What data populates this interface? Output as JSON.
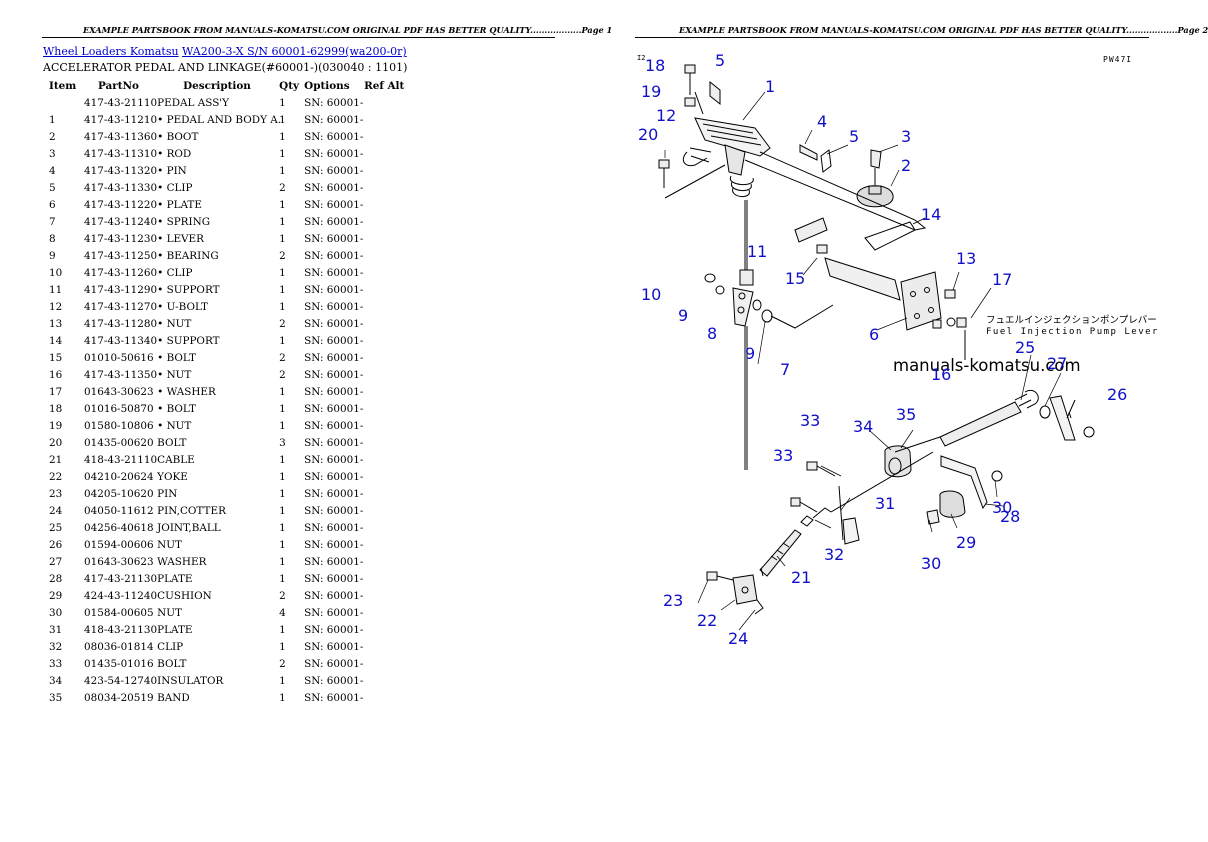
{
  "left_page": {
    "header": "EXAMPLE PARTSBOOK FROM MANUALS-KOMATSU.COM ORIGINAL PDF HAS BETTER QUALITY..................Page 1",
    "breadcrumb": {
      "link1": "Wheel Loaders Komatsu",
      "link2": "WA200-3-X S/N 60001-62999(wa200-0r)"
    },
    "subtitle": "ACCELERATOR PEDAL AND LINKAGE(#60001-)(030040 : 1101)",
    "columns": [
      "Item",
      "PartNo",
      "Description",
      "Qty",
      "Options",
      "Ref Alt"
    ],
    "rows": [
      {
        "item": "",
        "part": "417-43-21110",
        "desc": "PEDAL ASS'Y",
        "qty": "1",
        "opt": "SN: 60001-"
      },
      {
        "item": "1",
        "part": "417-43-11210",
        "desc": "• PEDAL AND BODY A.",
        "qty": "1",
        "opt": "SN: 60001-"
      },
      {
        "item": "2",
        "part": "417-43-11360",
        "desc": "• BOOT",
        "qty": "1",
        "opt": "SN: 60001-"
      },
      {
        "item": "3",
        "part": "417-43-11310",
        "desc": "• ROD",
        "qty": "1",
        "opt": "SN: 60001-"
      },
      {
        "item": "4",
        "part": "417-43-11320",
        "desc": "• PIN",
        "qty": "1",
        "opt": "SN: 60001-"
      },
      {
        "item": "5",
        "part": "417-43-11330",
        "desc": "• CLIP",
        "qty": "2",
        "opt": "SN: 60001-"
      },
      {
        "item": "6",
        "part": "417-43-11220",
        "desc": "• PLATE",
        "qty": "1",
        "opt": "SN: 60001-"
      },
      {
        "item": "7",
        "part": "417-43-11240",
        "desc": "• SPRING",
        "qty": "1",
        "opt": "SN: 60001-"
      },
      {
        "item": "8",
        "part": "417-43-11230",
        "desc": "• LEVER",
        "qty": "1",
        "opt": "SN: 60001-"
      },
      {
        "item": "9",
        "part": "417-43-11250",
        "desc": "• BEARING",
        "qty": "2",
        "opt": "SN: 60001-"
      },
      {
        "item": "10",
        "part": "417-43-11260",
        "desc": "• CLIP",
        "qty": "1",
        "opt": "SN: 60001-"
      },
      {
        "item": "11",
        "part": "417-43-11290",
        "desc": "• SUPPORT",
        "qty": "1",
        "opt": "SN: 60001-"
      },
      {
        "item": "12",
        "part": "417-43-11270",
        "desc": "• U-BOLT",
        "qty": "1",
        "opt": "SN: 60001-"
      },
      {
        "item": "13",
        "part": "417-43-11280",
        "desc": "• NUT",
        "qty": "2",
        "opt": "SN: 60001-"
      },
      {
        "item": "14",
        "part": "417-43-11340",
        "desc": "• SUPPORT",
        "qty": "1",
        "opt": "SN: 60001-"
      },
      {
        "item": "15",
        "part": "01010-50616",
        "desc": "• BOLT",
        "qty": "2",
        "opt": "SN: 60001-"
      },
      {
        "item": "16",
        "part": "417-43-11350",
        "desc": "• NUT",
        "qty": "2",
        "opt": "SN: 60001-"
      },
      {
        "item": "17",
        "part": "01643-30623",
        "desc": "• WASHER",
        "qty": "1",
        "opt": "SN: 60001-"
      },
      {
        "item": "18",
        "part": "01016-50870",
        "desc": "• BOLT",
        "qty": "1",
        "opt": "SN: 60001-"
      },
      {
        "item": "19",
        "part": "01580-10806",
        "desc": "• NUT",
        "qty": "1",
        "opt": "SN: 60001-"
      },
      {
        "item": "20",
        "part": "01435-00620",
        "desc": "BOLT",
        "qty": "3",
        "opt": "SN: 60001-"
      },
      {
        "item": "21",
        "part": "418-43-21110",
        "desc": "CABLE",
        "qty": "1",
        "opt": "SN: 60001-"
      },
      {
        "item": "22",
        "part": "04210-20624",
        "desc": "YOKE",
        "qty": "1",
        "opt": "SN: 60001-"
      },
      {
        "item": "23",
        "part": "04205-10620",
        "desc": "PIN",
        "qty": "1",
        "opt": "SN: 60001-"
      },
      {
        "item": "24",
        "part": "04050-11612",
        "desc": "PIN,COTTER",
        "qty": "1",
        "opt": "SN: 60001-"
      },
      {
        "item": "25",
        "part": "04256-40618",
        "desc": "JOINT,BALL",
        "qty": "1",
        "opt": "SN: 60001-"
      },
      {
        "item": "26",
        "part": "01594-00606",
        "desc": "NUT",
        "qty": "1",
        "opt": "SN: 60001-"
      },
      {
        "item": "27",
        "part": "01643-30623",
        "desc": "WASHER",
        "qty": "1",
        "opt": "SN: 60001-"
      },
      {
        "item": "28",
        "part": "417-43-21130",
        "desc": "PLATE",
        "qty": "1",
        "opt": "SN: 60001-"
      },
      {
        "item": "29",
        "part": "424-43-11240",
        "desc": "CUSHION",
        "qty": "2",
        "opt": "SN: 60001-"
      },
      {
        "item": "30",
        "part": "01584-00605",
        "desc": "NUT",
        "qty": "4",
        "opt": "SN: 60001-"
      },
      {
        "item": "31",
        "part": "418-43-21130",
        "desc": "PLATE",
        "qty": "1",
        "opt": "SN: 60001-"
      },
      {
        "item": "32",
        "part": "08036-01814",
        "desc": "CLIP",
        "qty": "1",
        "opt": "SN: 60001-"
      },
      {
        "item": "33",
        "part": "01435-01016",
        "desc": "BOLT",
        "qty": "2",
        "opt": "SN: 60001-"
      },
      {
        "item": "34",
        "part": "423-54-12740",
        "desc": "INSULATOR",
        "qty": "1",
        "opt": "SN: 60001-"
      },
      {
        "item": "35",
        "part": "08034-20519",
        "desc": "BAND",
        "qty": "1",
        "opt": "SN: 60001-"
      }
    ]
  },
  "right_page": {
    "header": "EXAMPLE PARTSBOOK FROM MANUALS-KOMATSU.COM ORIGINAL PDF HAS BETTER QUALITY..................Page 2",
    "diagram": {
      "corner_code": "I2",
      "page_code": "PW47I",
      "watermark": "manuals-komatsu.com",
      "note_jp": "フュエルインジェクションポンプレバー",
      "note_en": "Fuel Injection Pump Lever",
      "callouts": [
        "18",
        "5",
        "1",
        "19",
        "12",
        "20",
        "4",
        "5",
        "3",
        "2",
        "14",
        "11",
        "13",
        "15",
        "17",
        "10",
        "9",
        "8",
        "9",
        "7",
        "6",
        "16",
        "25",
        "27",
        "26",
        "33",
        "34",
        "35",
        "33",
        "31",
        "32",
        "21",
        "30",
        "29",
        "28",
        "30",
        "23",
        "22",
        "24"
      ]
    }
  },
  "colors": {
    "link": "#0000cc",
    "callout": "#1010c8",
    "text": "#000000"
  }
}
